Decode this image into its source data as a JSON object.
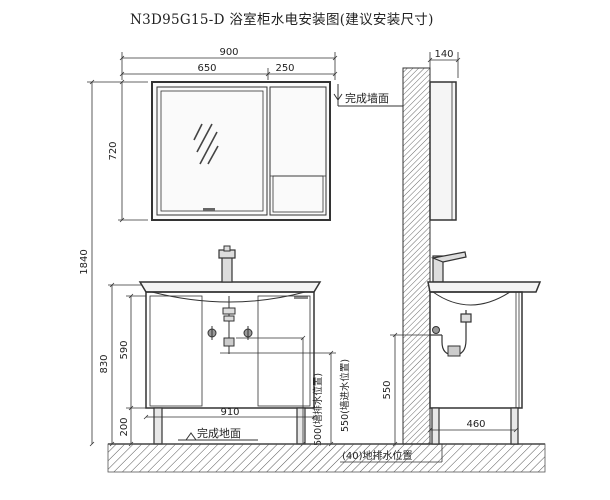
{
  "title": "N3D95G15-D 浴室柜水电安装图(建议安装尺寸)",
  "labels": {
    "finished_wall": "完成墙面",
    "finished_floor": "完成地面",
    "wall_drain": "(墙排水位置)",
    "water_inlet": "(墙进水位置)",
    "floor_drain": "(40)地排水位置"
  },
  "dimensions": {
    "total_width": "900",
    "mirror_width": "650",
    "side_cabinet_width": "250",
    "mirror_height": "720",
    "total_height": "1840",
    "cabinet_height": "830",
    "basin_depth": "590",
    "leg_height": "200",
    "cabinet_width": "910",
    "wall_drain_height": "500",
    "inlet_height": "550",
    "side_mirror_depth": "140",
    "side_inlet_height": "550",
    "side_cabinet_depth": "460"
  },
  "colors": {
    "line": "#333333",
    "wall": "#777777",
    "hatch": "#666666"
  }
}
